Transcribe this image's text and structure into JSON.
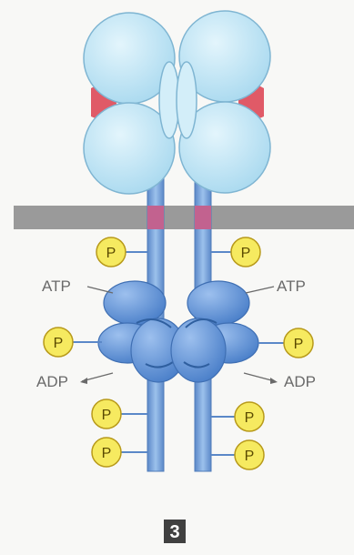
{
  "labels": {
    "atp_left": "ATP",
    "atp_right": "ATP",
    "adp_left": "ADP",
    "adp_right": "ADP",
    "phosphate": "P"
  },
  "step_badge": "3",
  "colors": {
    "receptor_light": "#bfe6f5",
    "receptor_stroke": "#7fb5d2",
    "ligand_red": "#e05a67",
    "membrane": "#9a9a9a",
    "transmembrane": "#c2628f",
    "stalk": "#6f9ed8",
    "kinase": "#5b8fd6",
    "phosphate_fill": "#f6ea60",
    "phosphate_stroke": "#b89a1a",
    "badge": "#404040"
  }
}
